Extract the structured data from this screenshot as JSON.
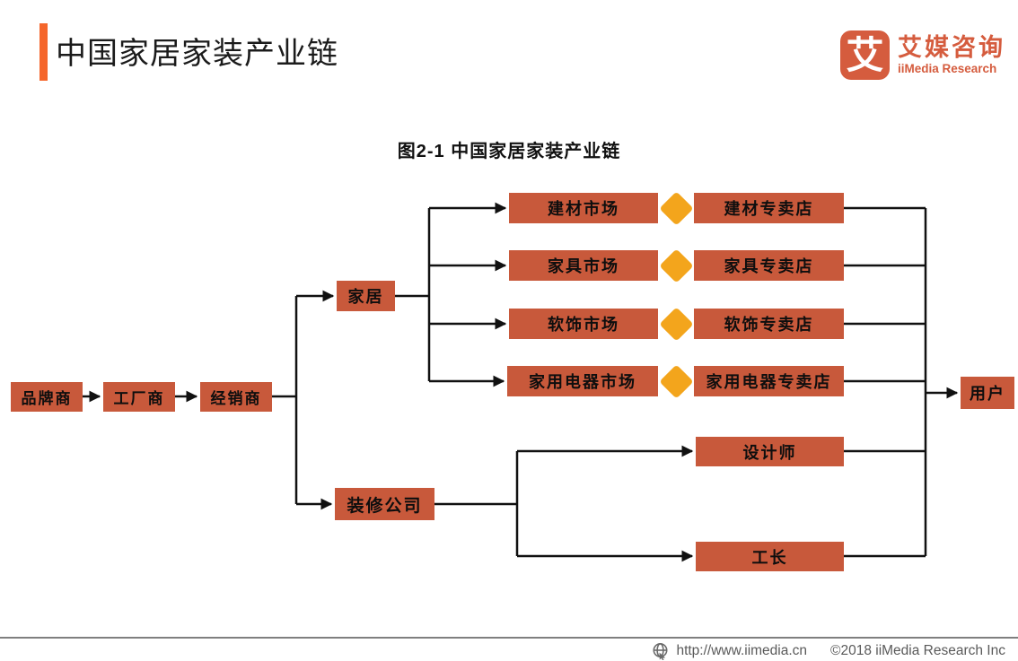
{
  "header": {
    "title": "中国家居家装产业链",
    "logo": {
      "glyph": "艾",
      "name_cn": "艾媒咨询",
      "name_en": "iiMedia Research"
    }
  },
  "figure": {
    "caption": "图2-1 中国家居家装产业链"
  },
  "diagram": {
    "nodes": {
      "brand": "品牌商",
      "factory": "工厂商",
      "distributor": "经销商",
      "home_furnishing": "家居",
      "decoration_company": "装修公司",
      "building_materials_market": "建材市场",
      "furniture_market": "家具市场",
      "soft_decoration_market": "软饰市场",
      "home_appliance_market": "家用电器市场",
      "building_materials_store": "建材专卖店",
      "furniture_store": "家具专卖店",
      "soft_decoration_store": "软饰专卖店",
      "home_appliance_store": "家用电器专卖店",
      "designer": "设计师",
      "foreman": "工长",
      "user": "用户"
    },
    "colors": {
      "node_fill": "#C8593B",
      "diamond_fill": "#F3A51C",
      "accent": "#F5662B",
      "logo": "#D55C3E",
      "connector": "#111111"
    }
  },
  "footer": {
    "url": "http://www.iimedia.cn",
    "copyright": "©2018  iiMedia Research Inc"
  }
}
